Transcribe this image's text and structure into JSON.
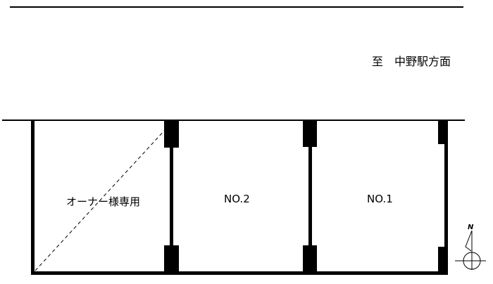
{
  "direction_label": "至　中野駅方面",
  "spaces": [
    {
      "label": "オーナー様専用"
    },
    {
      "label": "NO.2"
    },
    {
      "label": "NO.1"
    }
  ],
  "compass": {
    "label": "N"
  }
}
